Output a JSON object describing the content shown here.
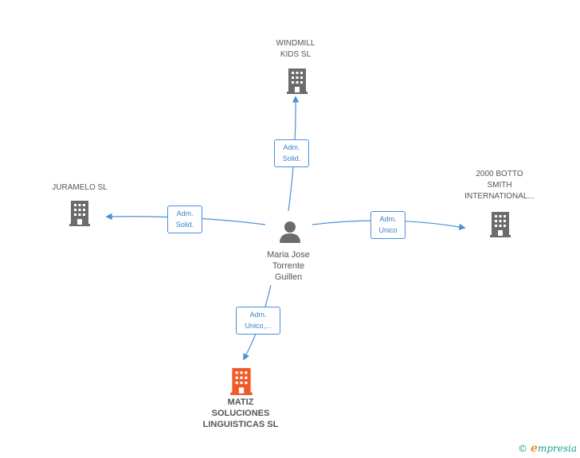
{
  "nodes": {
    "windmill": {
      "label": "WINDMILL\nKIDS SL"
    },
    "juramelo": {
      "label": "JURAMELO SL"
    },
    "botto": {
      "label": "2000 BOTTO\nSMITH\nINTERNATIONAL..."
    },
    "matiz": {
      "label": "MATIZ\nSOLUCIONES\nLINGUISTICAS SL"
    },
    "person": {
      "label": "Maria Jose\nTorrente\nGuillen"
    }
  },
  "relations": {
    "windmill": "Adm.\nSolid.",
    "juramelo": "Adm.\nSolid.",
    "botto": "Adm.\nUnico",
    "matiz": "Adm.\nUnico,..."
  },
  "footer": {
    "copyright": "©",
    "brand_first": "e",
    "brand_rest": "mpresia"
  },
  "colors": {
    "edge": "#4a90d9",
    "building": "#6b6b6b",
    "building_main": "#f05a28",
    "person": "#6b6b6b"
  }
}
